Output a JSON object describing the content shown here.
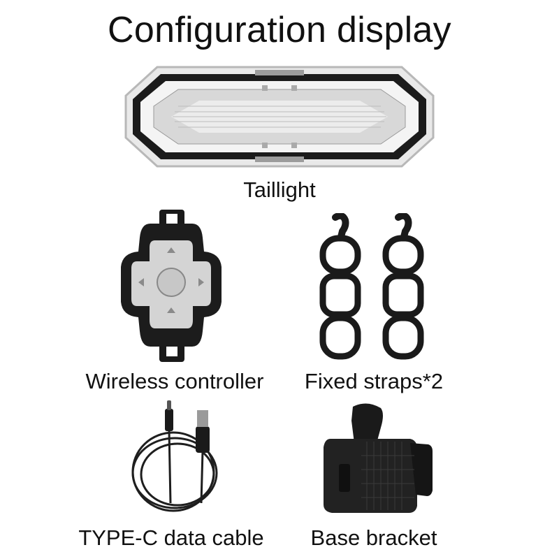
{
  "title": "Configuration display",
  "items": [
    {
      "label": "Taillight",
      "icon": "taillight-icon"
    },
    {
      "label": "Wireless controller",
      "icon": "wireless-controller-icon"
    },
    {
      "label": "Fixed straps*2",
      "icon": "fixed-straps-icon"
    },
    {
      "label": "TYPE-C data cable",
      "icon": "type-c-cable-icon"
    },
    {
      "label": "Base bracket",
      "icon": "base-bracket-icon"
    }
  ],
  "colors": {
    "background": "#ffffff",
    "text": "#111111",
    "product_dark": "#1a1a1a"
  }
}
